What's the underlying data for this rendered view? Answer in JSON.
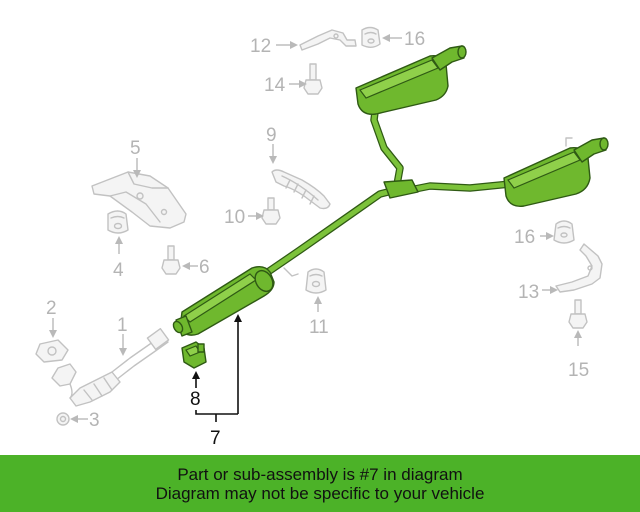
{
  "callouts": {
    "c1": "1",
    "c2": "2",
    "c3": "3",
    "c4": "4",
    "c5": "5",
    "c6": "6",
    "c7": "7",
    "c8": "8",
    "c9": "9",
    "c10": "10",
    "c11": "11",
    "c12": "12",
    "c13": "13",
    "c14": "14",
    "c15": "15",
    "c16a": "16",
    "c16b": "16"
  },
  "highlight_color": "#6fb82e",
  "banner": {
    "line1": "Part or sub-assembly is #7 in diagram",
    "line2": "Diagram may not be specific to your vehicle",
    "color": "#4cb228"
  }
}
